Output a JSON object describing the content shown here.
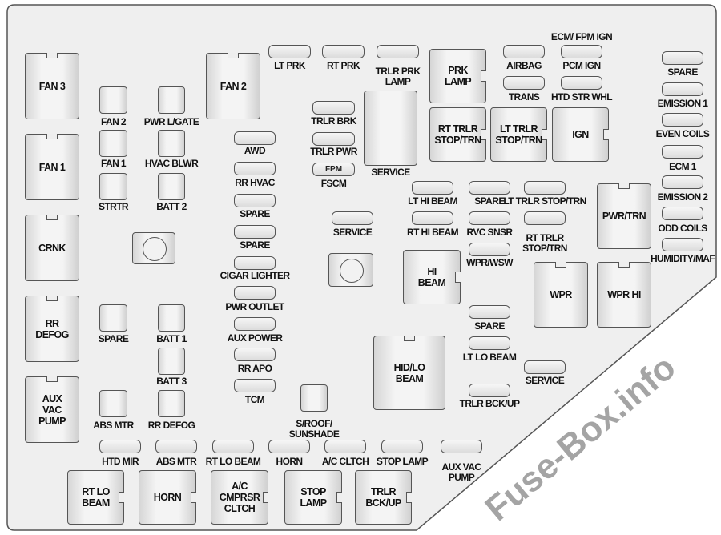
{
  "diagram": {
    "colors": {
      "panel_fill": "#efefef",
      "outline": "#555555",
      "text": "#111111"
    },
    "watermark": "Fuse-Box.info",
    "relays": {
      "fan3": "FAN 3",
      "fan1": "FAN 1",
      "crnk": "CRNK",
      "rr_defog": "RR\nDEFOG",
      "aux_vac_pump": "AUX\nVAC\nPUMP",
      "fan2": "FAN 2",
      "prk_lamp": "PRK\nLAMP",
      "rt_trlr_stop_trn": "RT TRLR\nSTOP/TRN",
      "lt_trlr_stop_trn": "LT TRLR\nSTOP/TRN",
      "ign": "IGN",
      "pwr_trn": "PWR/TRN",
      "wpr": "WPR",
      "wpr_hi": "WPR HI",
      "hi_beam": "HI\nBEAM",
      "hid_lo_beam": "HID/LO\nBEAM",
      "rt_lo_beam": "RT LO\nBEAM",
      "horn": "HORN",
      "ac_cmprsr_cltch": "A/C\nCMPRSR\nCLTCH",
      "stop_lamp": "STOP\nLAMP",
      "trlr_bck_up": "TRLR\nBCK/UP"
    },
    "fuses": {
      "fan2": "FAN 2",
      "pwr_lgate": "PWR L/GATE",
      "fan1": "FAN 1",
      "hvac_blwr": "HVAC BLWR",
      "strtr": "STRTR",
      "batt2": "BATT 2",
      "spare_l": "SPARE",
      "batt1": "BATT 1",
      "batt3": "BATT 3",
      "abs_mtr": "ABS MTR",
      "rr_defog": "RR DEFOG",
      "awd": "AWD",
      "rr_hvac": "RR HVAC",
      "spare_c1": "SPARE",
      "spare_c2": "SPARE",
      "cigar_lighter": "CIGAR LIGHTER",
      "pwr_outlet": "PWR OUTLET",
      "aux_power": "AUX POWER",
      "rr_apo": "RR APO",
      "tcm": "TCM",
      "lt_prk": "LT PRK",
      "rt_prk": "RT PRK",
      "trlr_prk_lamp": "TRLR PRK\nLAMP",
      "trlr_brk": "TRLR BRK",
      "trlr_pwr": "TRLR PWR",
      "fpm": "FPM",
      "fscm": "FSCM",
      "service_big": "SERVICE",
      "service_mid": "SERVICE",
      "airbag": "AIRBAG",
      "trans": "TRANS",
      "ecm_fpm_ign": "ECM/ FPM IGN",
      "pcm_ign": "PCM IGN",
      "htd_str_whl": "HTD STR WHL",
      "spare_r": "SPARE",
      "emission1": "EMISSION 1",
      "even_coils": "EVEN COILS",
      "ecm1": "ECM 1",
      "emission2": "EMISSION 2",
      "odd_coils": "ODD COILS",
      "humidity_maf": "HUMIDITY/MAF",
      "lt_hi_beam": "LT HI BEAM",
      "rt_hi_beam": "RT HI BEAM",
      "spare_m": "SPARE",
      "rvc_snsr": "RVC SNSR",
      "wpr_wsw": "WPR/WSW",
      "lt_trlr_stop_trn": "LT TRLR STOP/TRN",
      "rt_trlr_stop_trn": "RT TRLR\nSTOP/TRN",
      "spare_lo": "SPARE",
      "lt_lo_beam": "LT LO BEAM",
      "service_low": "SERVICE",
      "trlr_bck_up": "TRLR BCK/UP",
      "sroof_sunshade": "S/ROOF/\nSUNSHADE",
      "htd_mir": "HTD MIR",
      "abs_mtr_b": "ABS MTR",
      "rt_lo_beam": "RT LO BEAM",
      "horn": "HORN",
      "ac_cltch": "A/C CLTCH",
      "stop_lamp": "STOP LAMP",
      "aux_vac_pump": "AUX VAC\nPUMP"
    }
  }
}
